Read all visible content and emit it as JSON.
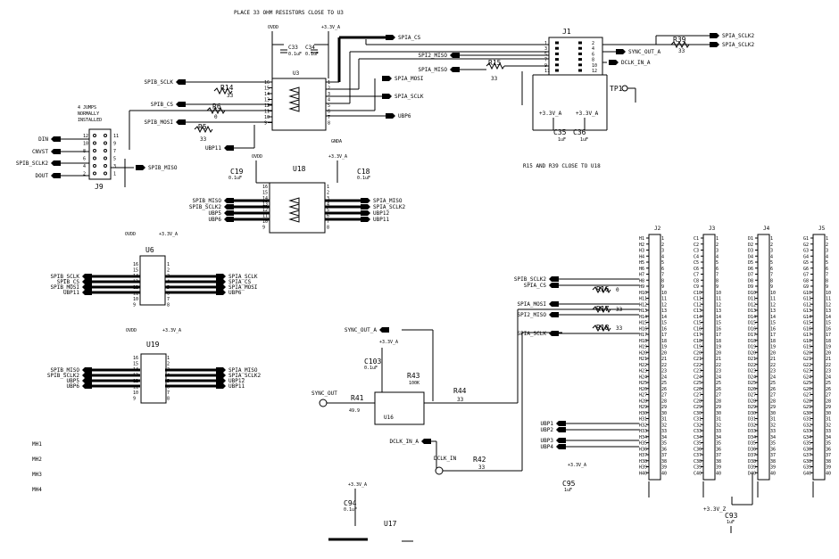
{
  "note_top": "PLACE 33 OHM RESISTORS CLOSE TO U3",
  "note_mid": "R15 AND R39 CLOSE TO U18",
  "power": {
    "ovdd": "OVDD",
    "v33a": "+3.3V_A",
    "gnda": "GNDA",
    "v33z": "+3.3V_Z"
  },
  "jumper_note": [
    "4 JUMPS",
    "NORMALLY",
    "INSTALLED"
  ],
  "u3": {
    "ref": "U3",
    "left_pins": [
      "16",
      "15",
      "14",
      "13",
      "12",
      "11",
      "10",
      "9"
    ],
    "right_pins": [
      "1",
      "2",
      "3",
      "4",
      "5",
      "6",
      "7",
      "8"
    ]
  },
  "u18": {
    "ref": "U18",
    "left_pins": [
      "16",
      "15",
      "14",
      "13",
      "12",
      "11",
      "10",
      "9"
    ],
    "right_pins": [
      "1",
      "2",
      "3",
      "4",
      "5",
      "6",
      "7",
      "8"
    ]
  },
  "u6": {
    "ref": "U6"
  },
  "u19": {
    "ref": "U19"
  },
  "u16": {
    "ref": "U16"
  },
  "u17": {
    "ref": "U17"
  },
  "j1": {
    "ref": "J1",
    "left_pins": [
      "1",
      "3",
      "5",
      "7",
      "9",
      "11"
    ],
    "right_pins": [
      "2",
      "4",
      "6",
      "8",
      "10",
      "12"
    ]
  },
  "j9": {
    "ref": "J9",
    "left_pins": [
      "12",
      "10",
      "8",
      "6",
      "4",
      "2"
    ],
    "right_pins": [
      "11",
      "9",
      "7",
      "5",
      "3",
      "1"
    ]
  },
  "caps": [
    {
      "ref": "C33",
      "val": "0.1uF"
    },
    {
      "ref": "C34",
      "val": "0.1uF"
    },
    {
      "ref": "C19",
      "val": "0.1uF"
    },
    {
      "ref": "C18",
      "val": "0.1uF"
    },
    {
      "ref": "C35",
      "val": "1uF"
    },
    {
      "ref": "C36",
      "val": "1uF"
    },
    {
      "ref": "C103",
      "val": "0.1uF"
    },
    {
      "ref": "C94",
      "val": "0.1uF"
    },
    {
      "ref": "C95",
      "val": "1uF"
    },
    {
      "ref": "C93",
      "val": "1uF"
    }
  ],
  "resistors": [
    {
      "ref": "R14",
      "val": "33"
    },
    {
      "ref": "R6",
      "val": "0"
    },
    {
      "ref": "R5",
      "val": "33"
    },
    {
      "ref": "R15",
      "val": "33"
    },
    {
      "ref": "R39",
      "val": "33"
    },
    {
      "ref": "R16",
      "val": "0"
    },
    {
      "ref": "R17",
      "val": "33"
    },
    {
      "ref": "R18",
      "val": "33"
    },
    {
      "ref": "R41",
      "val": "49.9"
    },
    {
      "ref": "R43",
      "val": "100K"
    },
    {
      "ref": "R44",
      "val": "33"
    },
    {
      "ref": "R42",
      "val": "33"
    }
  ],
  "nets_left_top": [
    "SPIB_SCLK",
    "SPIB_CS",
    "SPIB_MOSI",
    "UBP11"
  ],
  "nets_j9": [
    "DIN",
    "CNVST",
    "SPIB_SCLK2",
    "DOUT"
  ],
  "net_spib_miso": "SPIB_MISO",
  "nets_u3_right": [
    "SPIA_CS",
    "SPIA_MOSI",
    "SPIA_SCLK",
    "UBP6"
  ],
  "nets_j1": [
    "SPI2_MISO",
    "SPIA_MISO",
    "SYNC_OUT_A",
    "DCLK_IN_A",
    "SPIA_SCLK2"
  ],
  "tp1": "TP1",
  "nets_u18_left": [
    "SPIB_MISO",
    "SPIB_SCLK2",
    "UBP5",
    "UBP6"
  ],
  "nets_u18_right": [
    "SPIA_MISO",
    "SPIA_SCLK2",
    "UBP12",
    "UBP11"
  ],
  "nets_u6_left": [
    "SPIB_SCLK",
    "SPIB_CS",
    "SPIB_MOSI",
    "UBP11"
  ],
  "nets_u6_right": [
    "SPIA_SCLK",
    "SPIA_CS",
    "SPIA_MOSI",
    "UBP6"
  ],
  "nets_u19_left": [
    "SPIB_MISO",
    "SPIB_SCLK2",
    "UBP5",
    "UBP6"
  ],
  "nets_u19_right": [
    "SPIA_MISO",
    "SPIA_SCLK2",
    "UBP12",
    "UBP11"
  ],
  "nets_sync": [
    "SYNC_OUT_A",
    "SYNC_OUT",
    "DCLK_IN_A",
    "DCLK_IN"
  ],
  "nets_conn_left": [
    "SPIB_SCLK2",
    "SPIA_CS",
    "SPIA_MOSI",
    "SPI2_MISO",
    "SPIA_SCLK"
  ],
  "nets_conn_lower": [
    "UBP1",
    "UBP2",
    "UBP3",
    "UBP4"
  ],
  "mh": [
    "MH1",
    "MH2",
    "MH3",
    "MH4"
  ],
  "conns": [
    {
      "ref": "J2",
      "prefix": "H"
    },
    {
      "ref": "J3",
      "prefix": "C"
    },
    {
      "ref": "J4",
      "prefix": "D"
    },
    {
      "ref": "J5",
      "prefix": "G"
    }
  ]
}
